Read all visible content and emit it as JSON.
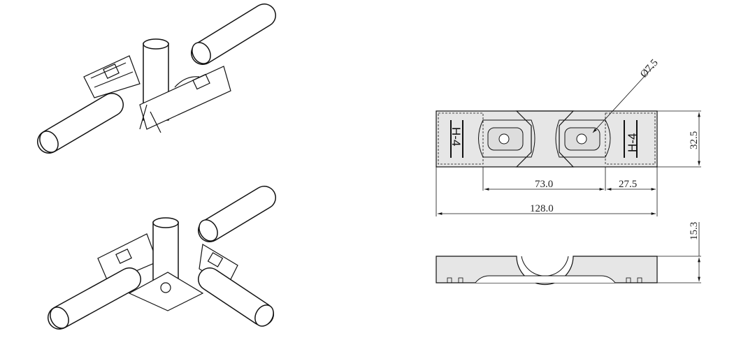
{
  "drawing": {
    "part_label": "H-4",
    "dimensions": {
      "hole_diameter": "Ø7.5",
      "hole_spacing": "73.0",
      "edge_offset": "27.5",
      "overall_length": "128.0",
      "width": "32.5",
      "height": "15.3"
    }
  },
  "colors": {
    "part_fill": "#e6e6e6",
    "line": "#111111"
  }
}
